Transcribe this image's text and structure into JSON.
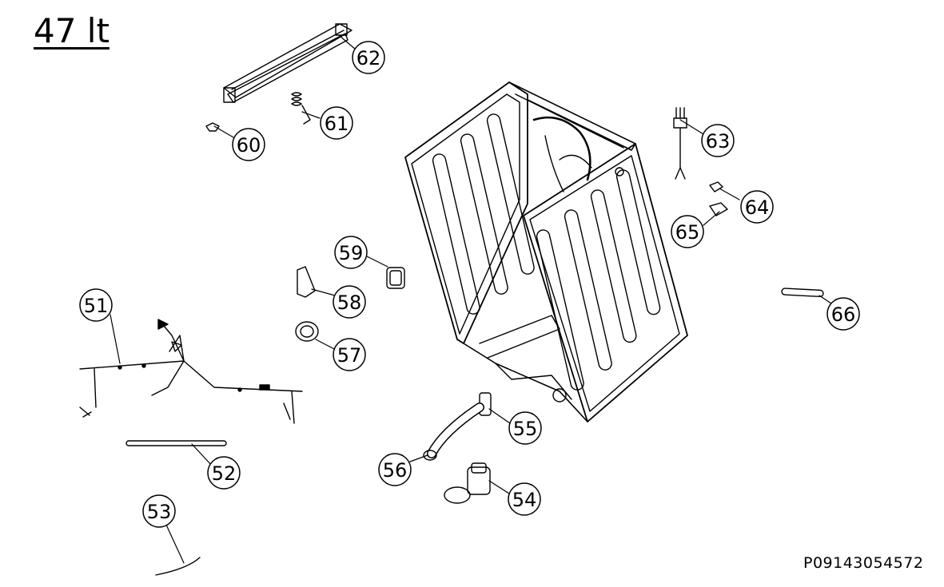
{
  "title": "47 lt",
  "code": "P09143054572",
  "callouts": [
    {
      "id": "51",
      "label": "51"
    },
    {
      "id": "52",
      "label": "52"
    },
    {
      "id": "53",
      "label": "53"
    },
    {
      "id": "54",
      "label": "54"
    },
    {
      "id": "55",
      "label": "55"
    },
    {
      "id": "56",
      "label": "56"
    },
    {
      "id": "57",
      "label": "57"
    },
    {
      "id": "58",
      "label": "58"
    },
    {
      "id": "59",
      "label": "59"
    },
    {
      "id": "60",
      "label": "60"
    },
    {
      "id": "61",
      "label": "61"
    },
    {
      "id": "62",
      "label": "62"
    },
    {
      "id": "63",
      "label": "63"
    },
    {
      "id": "64",
      "label": "64"
    },
    {
      "id": "65",
      "label": "65"
    },
    {
      "id": "66",
      "label": "66"
    }
  ]
}
